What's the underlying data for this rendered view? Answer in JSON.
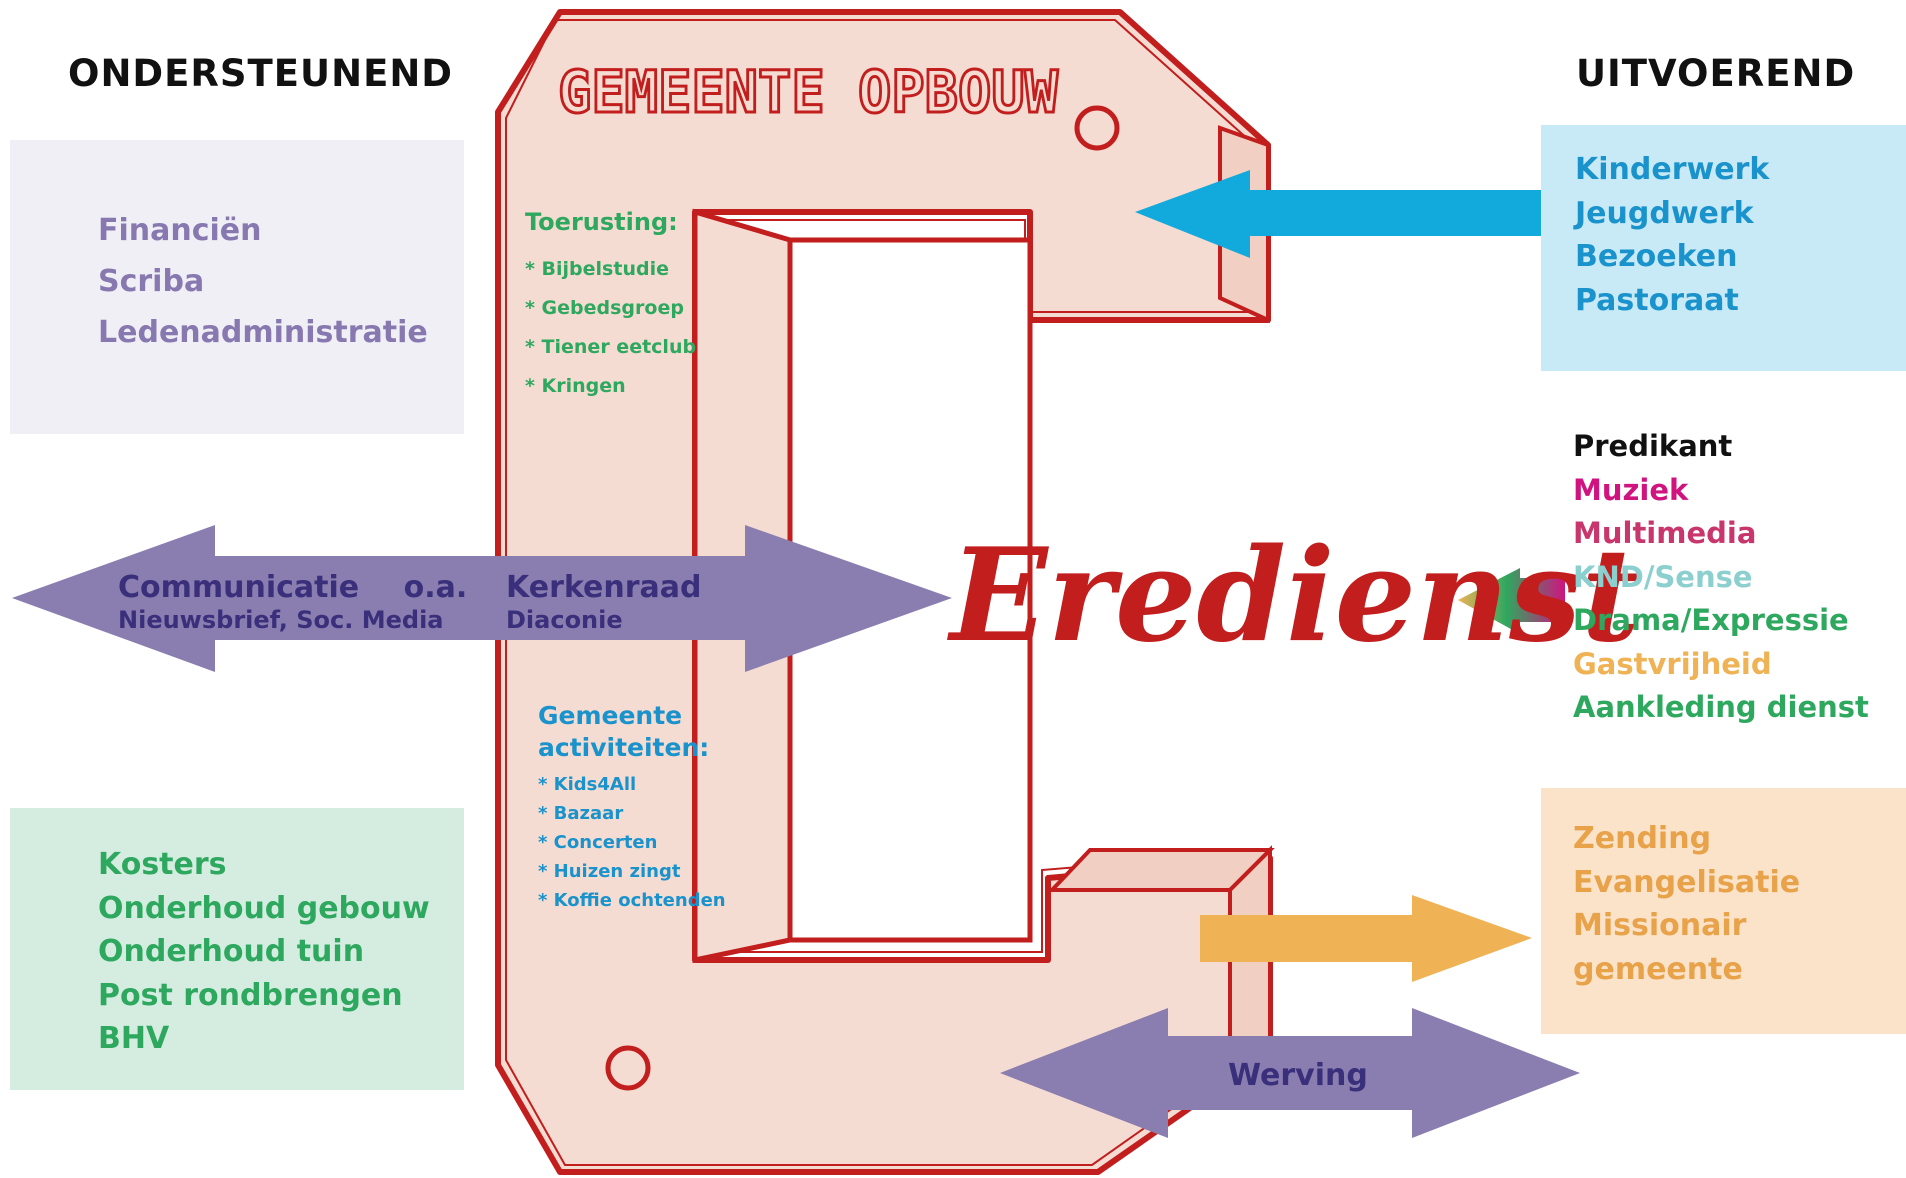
{
  "headings": {
    "left": "ONDERSTEUNEND",
    "right": "UITVOEREND"
  },
  "colors": {
    "purple_text": "#8878b0",
    "purple_arrow": "#8a7db0",
    "purple_dark_text": "#3a2f7a",
    "green": "#2fa85f",
    "blue_text": "#1a93cc",
    "blue_box": "#c8eaf6",
    "blue_arrow": "#12a9dc",
    "orange": "#e8a24a",
    "orange_box": "#fbe3c9",
    "orange_arrow": "#efb356",
    "gray_box": "#efeff5",
    "green_box": "#d4ede0",
    "red": "#c21e1e",
    "c_fill": "#f5dcd2"
  },
  "left_top_box": {
    "items": [
      "Financiën",
      "Scriba",
      "Ledenadministratie"
    ]
  },
  "left_bottom_box": {
    "items": [
      "Kosters",
      "Onderhoud gebouw",
      "Onderhoud tuin",
      "Post rondbrengen",
      "BHV"
    ]
  },
  "right_top_box": {
    "items": [
      "Kinderwerk",
      "Jeugdwerk",
      "Bezoeken",
      "Pastoraat"
    ]
  },
  "right_middle": {
    "items": [
      {
        "label": "Predikant",
        "color": "#111111"
      },
      {
        "label": "Muziek",
        "color": "#d0137f"
      },
      {
        "label": "Multimedia",
        "color": "#c8366d"
      },
      {
        "label": "KND/Sense",
        "color": "#8ccfcf"
      },
      {
        "label": "Drama/Expressie",
        "color": "#2fa85f"
      },
      {
        "label": "Gastvrijheid",
        "color": "#efb356"
      },
      {
        "label": "Aankleding dienst",
        "color": "#2fa85f"
      }
    ]
  },
  "right_bottom_box": {
    "items": [
      "Zending",
      "Evangelisatie",
      "Missionair gemeente"
    ]
  },
  "c_shape": {
    "title": "GEMEENTE OPBOUW",
    "toerusting": {
      "heading": "Toerusting:",
      "items": [
        "* Bijbelstudie",
        "* Gebedsgroep",
        "* Tiener eetclub",
        "* Kringen"
      ]
    },
    "activiteiten": {
      "heading_line1": "Gemeente",
      "heading_line2": "activiteiten:",
      "items": [
        "* Kids4All",
        "* Bazaar",
        "* Concerten",
        "* Huizen zingt",
        "* Koffie ochtenden"
      ]
    }
  },
  "center_word": "Eredienst",
  "big_arrow": {
    "left_line1": "Communicatie",
    "left_line1_extra": "o.a.",
    "left_line2": "Nieuwsbrief, Soc. Media",
    "right_line1": "Kerkenraad",
    "right_line2": "Diaconie"
  },
  "werving_arrow": {
    "label": "Werving"
  }
}
